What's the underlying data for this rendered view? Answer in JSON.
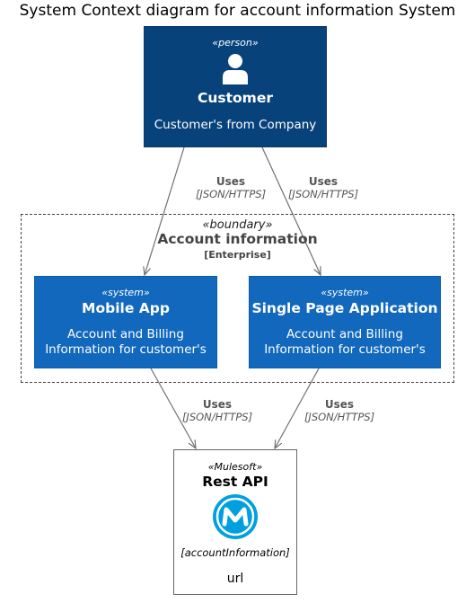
{
  "title": "System Context diagram for account information System",
  "customer": {
    "stereotype": "«person»",
    "name": "Customer",
    "description": "Customer's from Company",
    "icon": "person-icon"
  },
  "boundary": {
    "stereotype": "«boundary»",
    "name": "Account information",
    "type": "[Enterprise]"
  },
  "mobile_app": {
    "stereotype": "«system»",
    "name": "Mobile App",
    "description_line1": "Account and Billing",
    "description_line2": "Information for customer's"
  },
  "spa": {
    "stereotype": "«system»",
    "name": "Single Page Application",
    "description_line1": "Account and Billing",
    "description_line2": "Information for customer's"
  },
  "rest_api": {
    "stereotype": "«Mulesoft»",
    "name": "Rest API",
    "technology": "[accountInformation]",
    "description": "url",
    "icon": "mulesoft-logo-icon"
  },
  "relations": [
    {
      "label": "Uses",
      "tech": "[JSON/HTTPS]"
    },
    {
      "label": "Uses",
      "tech": "[JSON/HTTPS]"
    },
    {
      "label": "Uses",
      "tech": "[JSON/HTTPS]"
    },
    {
      "label": "Uses",
      "tech": "[JSON/HTTPS]"
    }
  ],
  "colors": {
    "person": "#08427b",
    "system": "#1168bd",
    "line": "#707070",
    "logo": "#00a0df"
  }
}
